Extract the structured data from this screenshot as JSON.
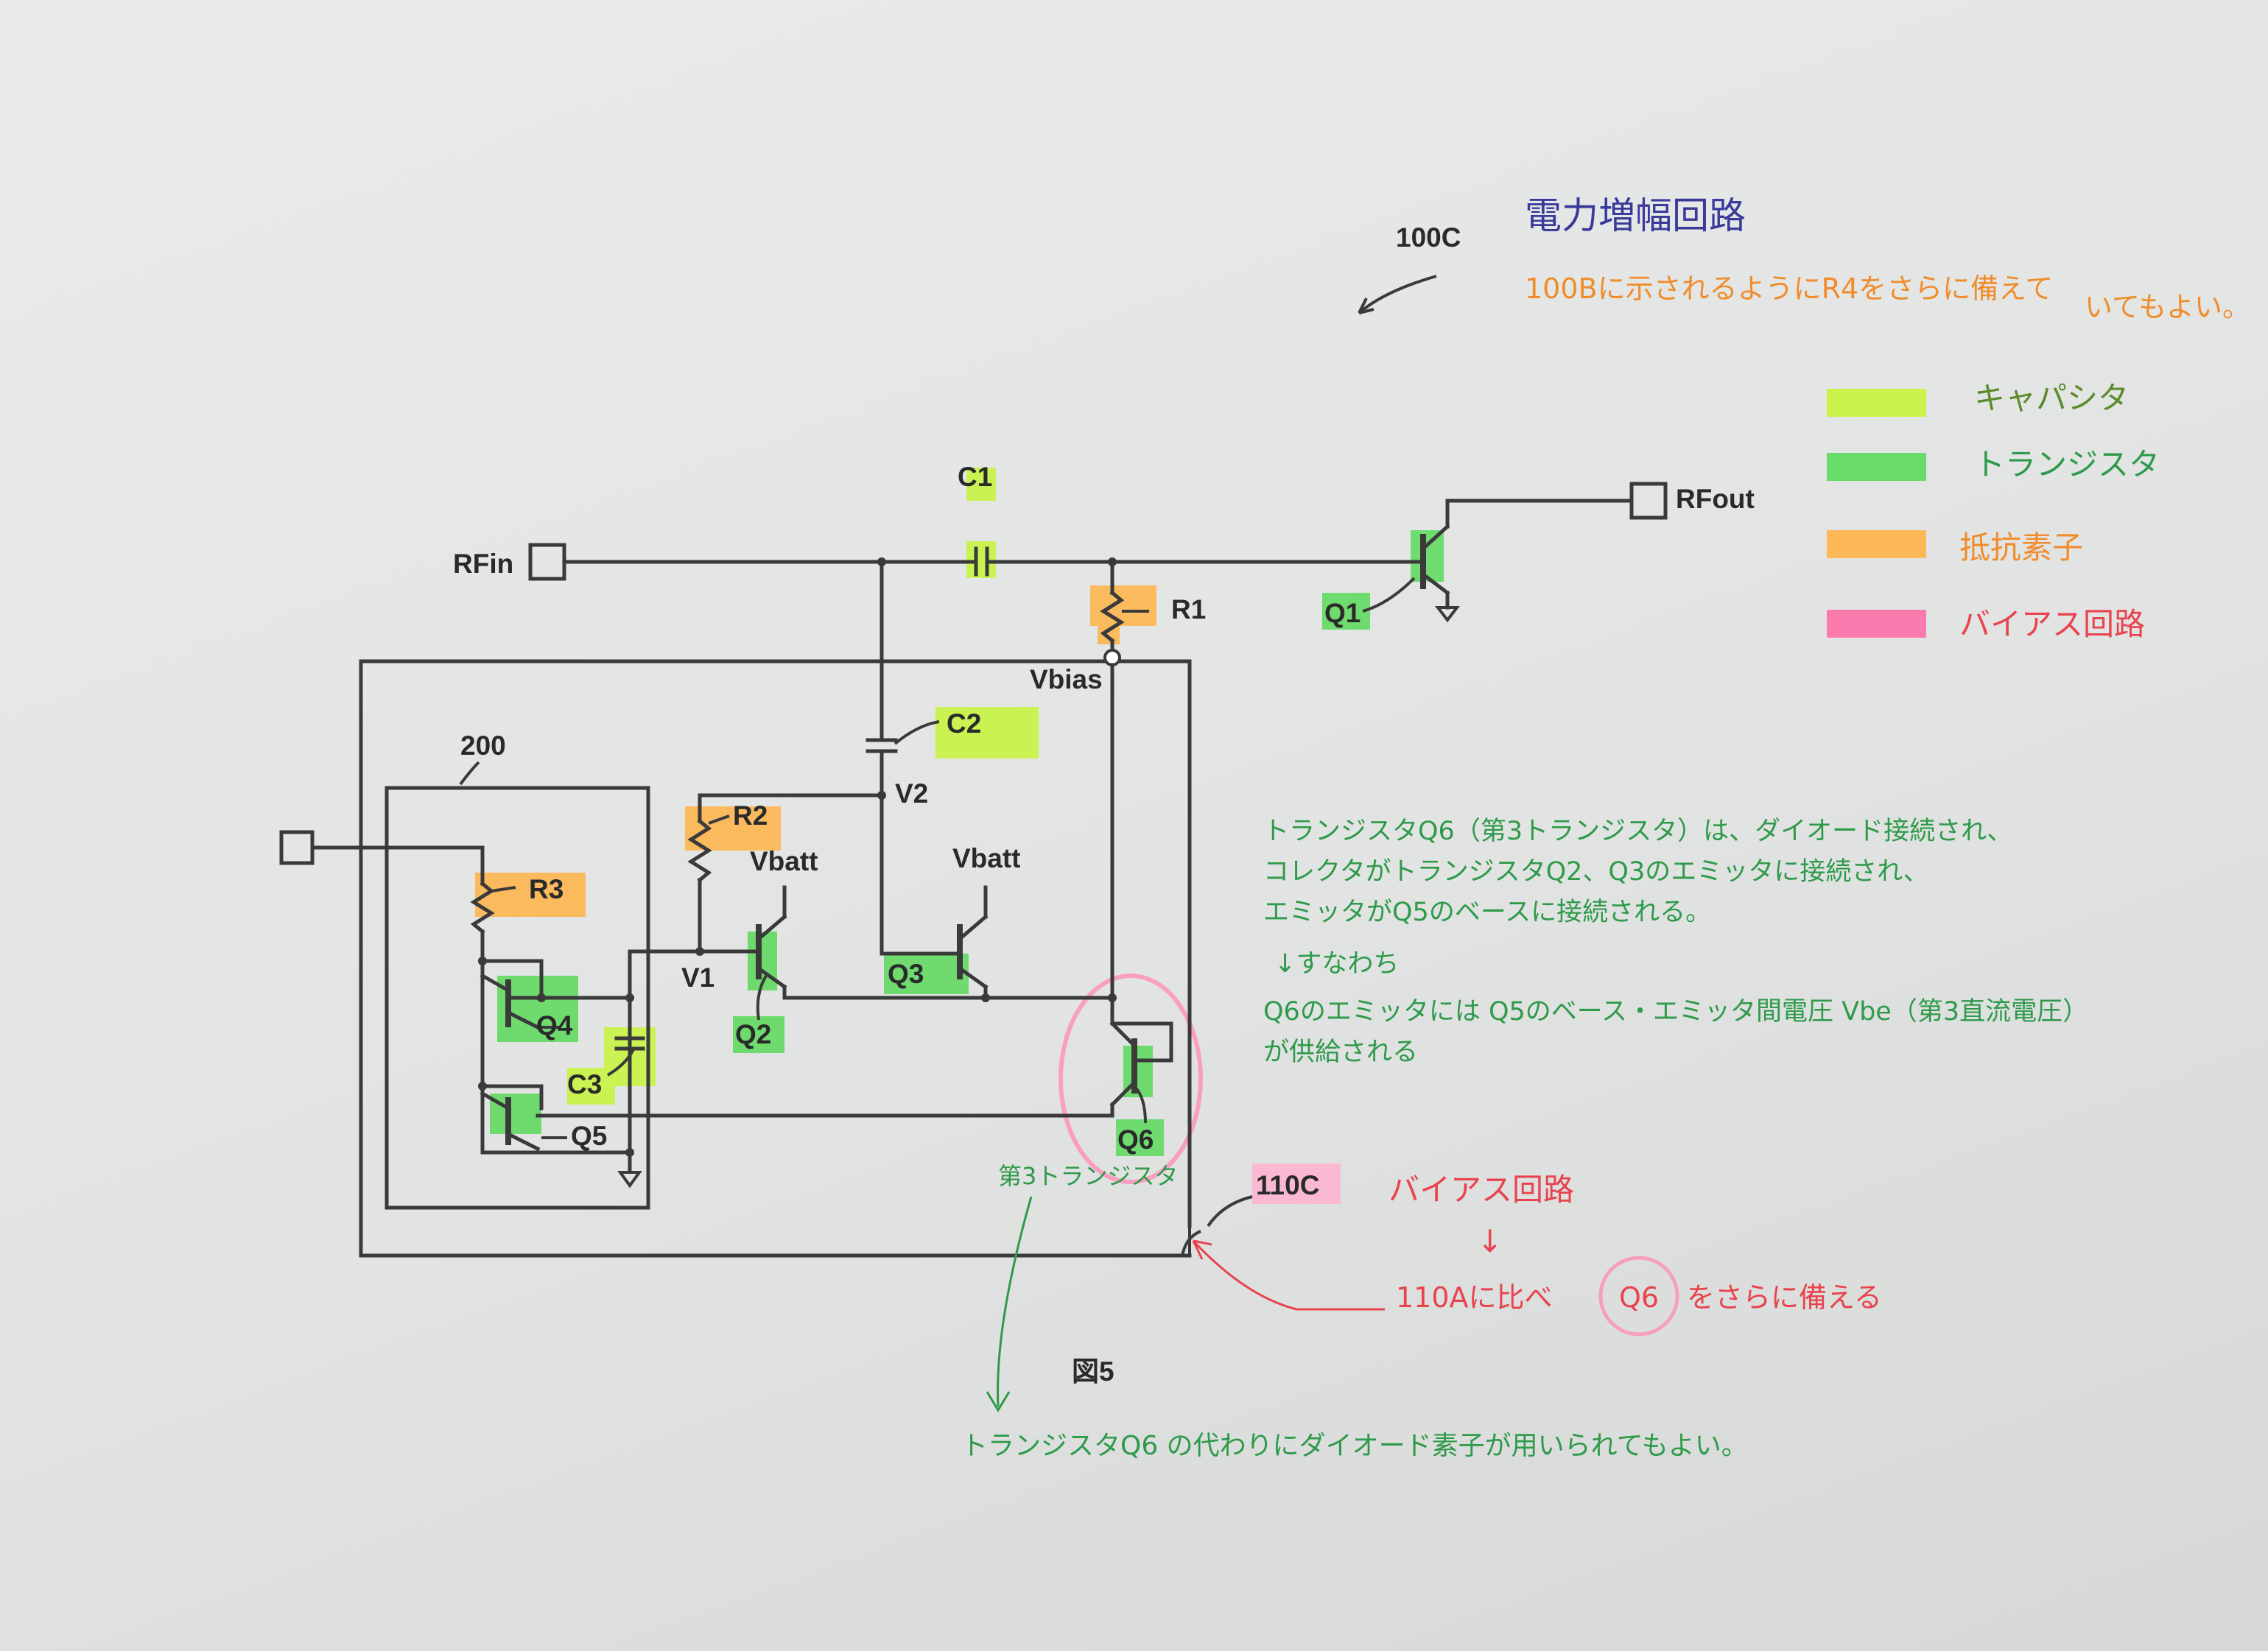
{
  "figure": {
    "id_label": "100C",
    "title_note": "電力増幅回路",
    "orange_note": [
      "100Bに示されるようにR4をさらに備えて",
      "いてもよい。"
    ],
    "figure_caption": "図5",
    "bias_id": "110C",
    "inner_block_id": "200"
  },
  "legend": [
    {
      "label": "キャパシタ",
      "color": "#c6f53a"
    },
    {
      "label": "トランジスタ",
      "color": "#5ad95a"
    },
    {
      "label": "抵抗素子",
      "color": "#ffb347"
    },
    {
      "label": "バイアス回路",
      "color": "#ff6fa8"
    }
  ],
  "components": {
    "c1": "C1",
    "c2": "C2",
    "c3": "C3",
    "r1": "R1",
    "r2": "R2",
    "r3": "R3",
    "q1": "Q1",
    "q2": "Q2",
    "q3": "Q3",
    "q4": "Q4",
    "q5": "Q5",
    "q6": "Q6"
  },
  "nodes": {
    "rfin": "RFin",
    "rfout": "RFout",
    "vbias": "Vbias",
    "v1": "V1",
    "v2": "V2",
    "vbatt_q2": "Vbatt",
    "vbatt_q3": "Vbatt"
  },
  "annotations": {
    "green_main": [
      "トランジスタQ6（第3トランジスタ）は、ダイオード接続され、",
      "コレクタがトランジスタQ2、Q3のエミッタに接続され、",
      "エミッタがQ5のベースに接続される。",
      "↓すなわち",
      "Q6のエミッタには Q5のベース・エミッタ間電圧 Vbe（第3直流電圧）",
      "が供給される"
    ],
    "third_transistor": "第3トランジスタ",
    "bottom_note": "トランジスタQ6 の代わりにダイオード素子が用いられてもよい。",
    "bias_label": "バイアス回路",
    "bias_arrow": "↓",
    "bias_detail_prefix": "110Aに比べ",
    "bias_detail_q6": "Q6",
    "bias_detail_suffix": "をさらに備える"
  }
}
